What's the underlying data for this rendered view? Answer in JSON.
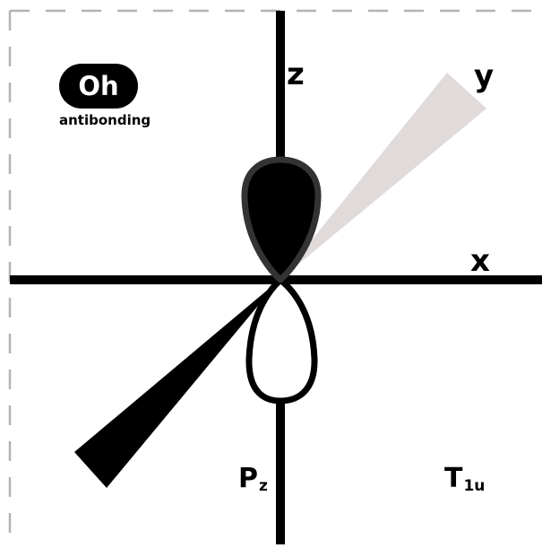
{
  "labels": {
    "z_axis": "z",
    "y_axis": "y",
    "x_axis": "x",
    "orbital_main": "P",
    "orbital_sub": "z",
    "symmetry_main": "T",
    "symmetry_sub": "1u"
  },
  "badge": {
    "text": "Oh",
    "subtext": "antibonding"
  },
  "colors": {
    "ink": "#000000",
    "upper_lobe_fill": "#000000",
    "upper_lobe_outline": "#333333",
    "lower_lobe_fill": "#ffffff",
    "y_axis_wedge": "#e0dada",
    "frame_dash": "#b3b3b3",
    "badge_background": "#000000",
    "badge_text": "#ffffff"
  }
}
